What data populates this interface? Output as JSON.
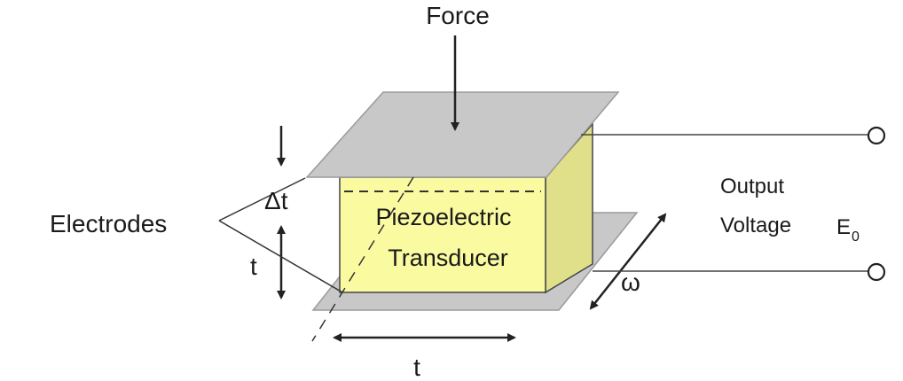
{
  "labels": {
    "force": "Force",
    "electrodes": "Electrodes",
    "delta_t": "Δt",
    "t_vertical": "t",
    "t_horizontal": "t",
    "body_line1": "Piezoelectric",
    "body_line2": "Transducer",
    "output_line1": "Output",
    "output_line2": "Voltage",
    "e0_base": "E",
    "e0_sub": "0",
    "omega": "ω"
  },
  "colors": {
    "plate": "#c8c8c8",
    "plate_stroke": "#9a9a9a",
    "crystal_front": "#fafaa0",
    "crystal_side": "#e0e08a",
    "line": "#333333"
  }
}
